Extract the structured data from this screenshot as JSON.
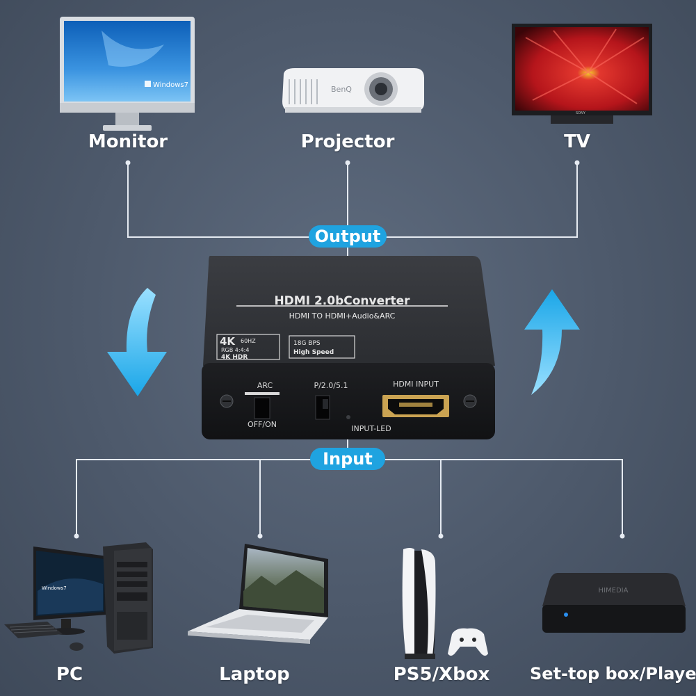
{
  "outputs": {
    "monitor": {
      "label": "Monitor",
      "screen_brand": "Windows7"
    },
    "projector": {
      "label": "Projector",
      "brand": "BenQ"
    },
    "tv": {
      "label": "TV",
      "brand": "SONY"
    }
  },
  "output_pill": "Output",
  "input_pill": "Input",
  "device": {
    "title": "HDMI 2.0bConverter",
    "subtitle": "HDMI TO HDMI+Audio&ARC",
    "badge_4k": "4K",
    "badge_60hz": "60HZ",
    "badge_rgb": "RGB 4:4:4",
    "badge_hdr": "4K  HDR",
    "badge_bps": "18G BPS",
    "badge_speed": "High Speed",
    "arc_label": "ARC",
    "offon_label": "OFF/ON",
    "audio_label": "P/2.0/5.1",
    "hdmi_input_label": "HDMI INPUT",
    "led_label": "INPUT-LED"
  },
  "inputs": {
    "pc": {
      "label": "PC",
      "screen_brand": "Windows7"
    },
    "laptop": {
      "label": "Laptop"
    },
    "console": {
      "label": "PS5/Xbox"
    },
    "settop": {
      "label": "Set-top box/Player",
      "brand": "HIMEDIA"
    }
  },
  "colors": {
    "accent": "#1fa3e0",
    "arrow": "#2bb6ee",
    "line": "#e6ebf2",
    "background": "#4d596b"
  }
}
